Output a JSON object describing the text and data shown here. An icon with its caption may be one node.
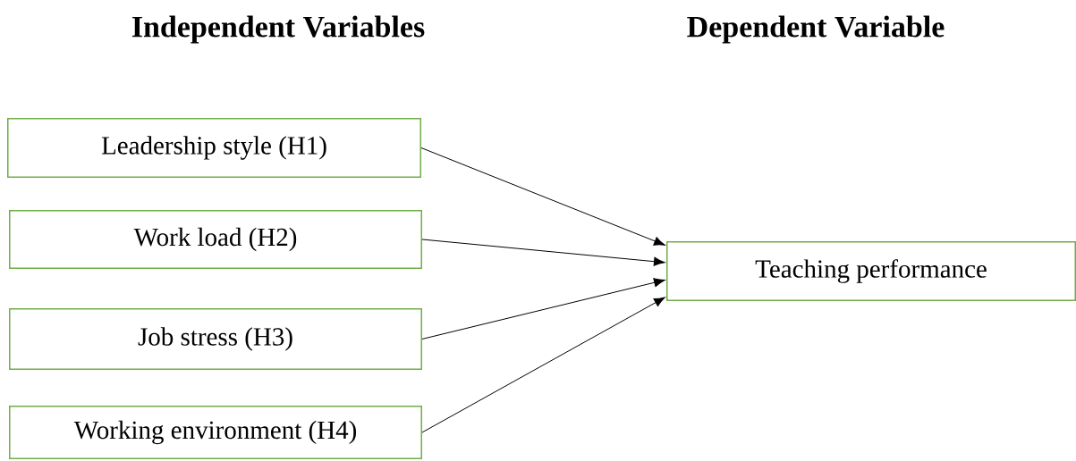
{
  "diagram": {
    "nodes": [
      {
        "text": [
          "Leadership style (H1)"
        ]
      },
      {
        "text": [
          "Work load (H2)"
        ]
      },
      {
        "text": [
          "Job stress (H3)"
        ]
      },
      {
        "text": [
          "Working environment (H4)"
        ]
      },
      {
        "text": [
          "Teaching performance"
        ]
      }
    ],
    "edges": [
      {
        "from": 0,
        "to": 4,
        "arrow": "to"
      },
      {
        "from": 1,
        "to": 4,
        "arrow": "to"
      },
      {
        "from": 2,
        "to": 4,
        "arrow": "to"
      },
      {
        "from": 3,
        "to": 4,
        "arrow": "to"
      }
    ],
    "labels": [
      "Independent Variables",
      "Dependent Variable"
    ]
  }
}
